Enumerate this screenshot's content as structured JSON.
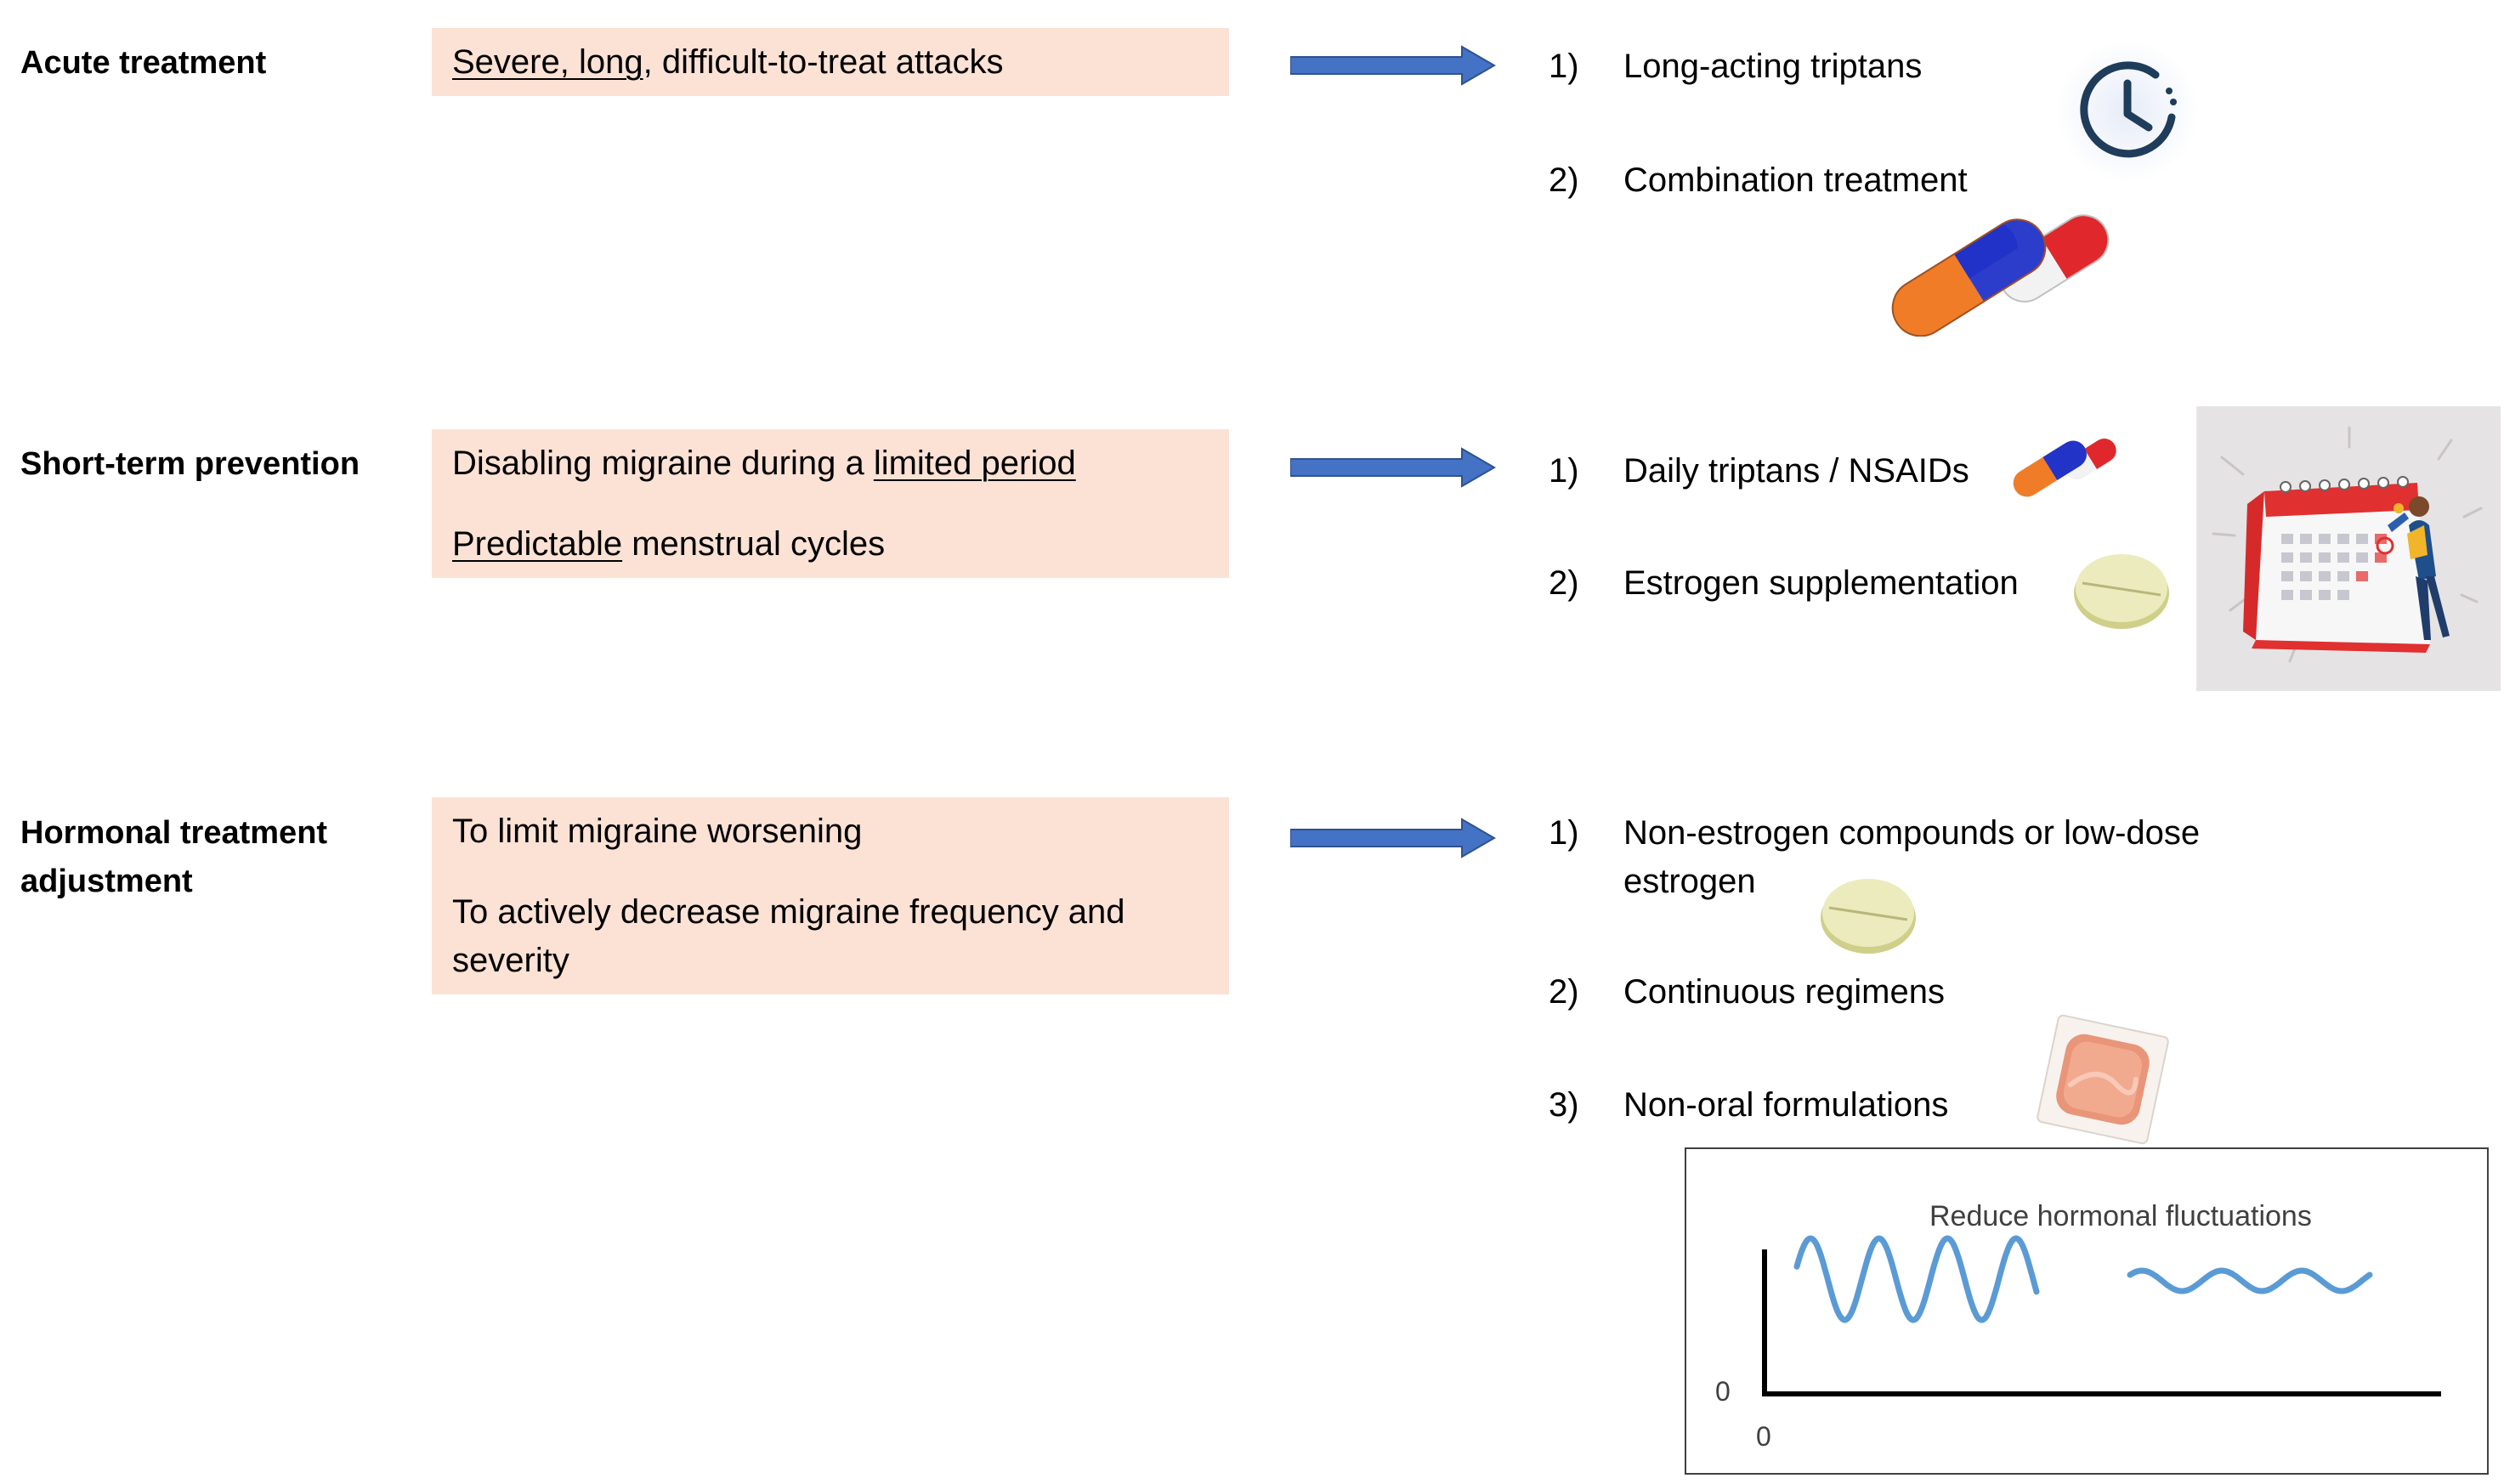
{
  "rows": [
    {
      "title": "Acute treatment",
      "condition": {
        "p1_u1": "Severe, long",
        "p1_rest": ", difficult-to-treat attacks"
      },
      "options": [
        {
          "num": "1)",
          "text": "Long-acting triptans"
        },
        {
          "num": "2)",
          "text": "Combination treatment"
        }
      ]
    },
    {
      "title": "Short-term prevention",
      "condition": {
        "p1_pre": "Disabling migraine during a ",
        "p1_u": "limited period",
        "p2_u": "Predictable",
        "p2_rest": " menstrual cycles"
      },
      "options": [
        {
          "num": "1)",
          "text": "Daily triptans / NSAIDs"
        },
        {
          "num": "2)",
          "text": "Estrogen supplementation"
        }
      ]
    },
    {
      "title_line1": "Hormonal treatment",
      "title_line2": "adjustment",
      "condition": {
        "p1": "To limit migraine worsening",
        "p2_line1": "To actively decrease migraine frequency and",
        "p2_line2": "severity"
      },
      "options": [
        {
          "num": "1)",
          "text_line1": "Non-estrogen compounds  or low-dose",
          "text_line2": "estrogen"
        },
        {
          "num": "2)",
          "text": "Continuous regimens"
        },
        {
          "num": "3)",
          "text": "Non-oral formulations"
        }
      ]
    }
  ],
  "graph": {
    "title": "Reduce hormonal fluctuations",
    "y_zero": "0",
    "x_zero": "0"
  },
  "colors": {
    "box_fill": "#fbe2d5",
    "arrow": "#4472c4",
    "wave": "#5b9bd5"
  },
  "icons": [
    "clock-icon",
    "capsules-icon",
    "small-capsules-icon",
    "tablet-icon",
    "calendar-illustration",
    "patch-icon"
  ]
}
